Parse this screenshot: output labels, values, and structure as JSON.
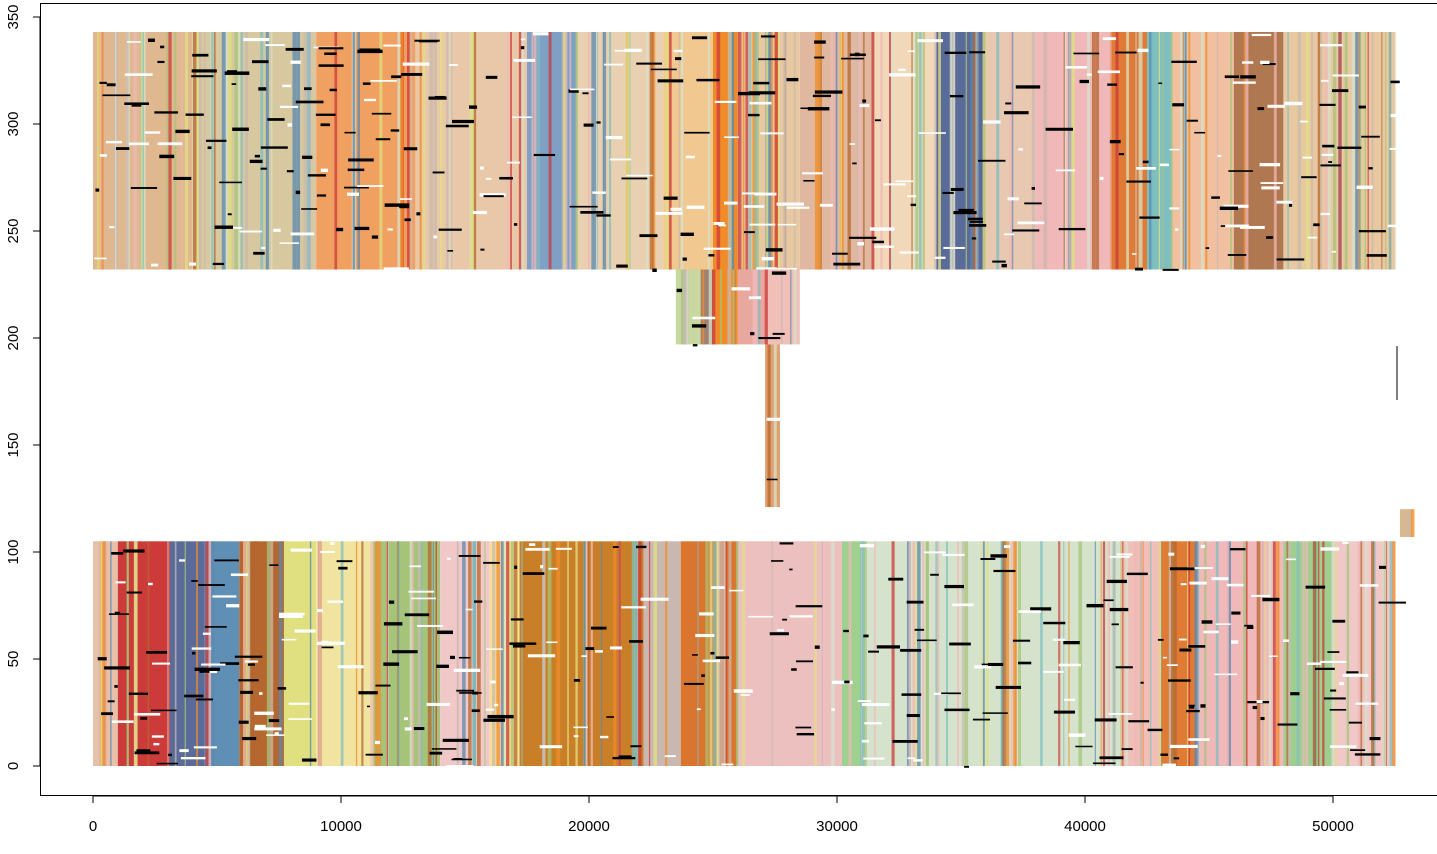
{
  "chart_data": {
    "type": "heatmap",
    "title": "",
    "xlabel": "",
    "ylabel": "",
    "xlim": [
      -2000,
      54500
    ],
    "ylim": [
      -12,
      356
    ],
    "x_ticks": [
      "0",
      "10000",
      "20000",
      "30000",
      "40000",
      "50000"
    ],
    "x_tick_values": [
      0,
      10000,
      20000,
      30000,
      40000,
      50000
    ],
    "y_ticks": [
      "0",
      "50",
      "100",
      "150",
      "200",
      "250",
      "300",
      "350"
    ],
    "y_tick_values": [
      0,
      50,
      100,
      150,
      200,
      250,
      300,
      350
    ],
    "grid": false,
    "blocks": [
      {
        "name": "bottom-block",
        "x": [
          0,
          52500
        ],
        "y": [
          0,
          105
        ],
        "segments": [
          [
            0,
            1000,
            "#e8c0a8"
          ],
          [
            1000,
            3100,
            "#cc3a3a"
          ],
          [
            3100,
            4500,
            "#5a6a99"
          ],
          [
            4500,
            5900,
            "#5f8fb5"
          ],
          [
            5900,
            7700,
            "#b5672f"
          ],
          [
            7700,
            9000,
            "#e0e080"
          ],
          [
            9000,
            11300,
            "#f0e4a0"
          ],
          [
            11300,
            14000,
            "#a5c47a"
          ],
          [
            14000,
            16000,
            "#f0c8c8"
          ],
          [
            16000,
            17200,
            "#f8e090"
          ],
          [
            17200,
            22200,
            "#c97f28"
          ],
          [
            22200,
            23700,
            "#c9b8b0"
          ],
          [
            23700,
            26000,
            "#d9752f"
          ],
          [
            26000,
            30200,
            "#edc0c0"
          ],
          [
            30200,
            31000,
            "#a0d090"
          ],
          [
            31000,
            41500,
            "#d5e3cc"
          ],
          [
            41500,
            43000,
            "#f0c0b8"
          ],
          [
            43000,
            44500,
            "#e07b35"
          ],
          [
            44500,
            48000,
            "#f0b8b8"
          ],
          [
            48000,
            50000,
            "#9fcf90"
          ],
          [
            50000,
            52500,
            "#f0c8c8"
          ]
        ]
      },
      {
        "name": "top-block",
        "x": [
          0,
          52500
        ],
        "y": [
          232,
          343
        ],
        "segments": [
          [
            0,
            4000,
            "#e0b890"
          ],
          [
            4000,
            9000,
            "#d8c8a0"
          ],
          [
            9000,
            13000,
            "#f0a060"
          ],
          [
            13000,
            17500,
            "#e8c8a8"
          ],
          [
            17500,
            19500,
            "#7f9fc4"
          ],
          [
            19500,
            23000,
            "#e8d0b0"
          ],
          [
            23000,
            25000,
            "#f0c890"
          ],
          [
            25000,
            26000,
            "#f08c28"
          ],
          [
            26000,
            28500,
            "#e8c8a0"
          ],
          [
            28500,
            31500,
            "#e0b8a0"
          ],
          [
            31500,
            34000,
            "#f0d8b8"
          ],
          [
            34000,
            36000,
            "#5a6a99"
          ],
          [
            36000,
            38000,
            "#e8c8b0"
          ],
          [
            38000,
            41000,
            "#f0b8b8"
          ],
          [
            41000,
            42500,
            "#e07b35"
          ],
          [
            42500,
            43500,
            "#7fbfbf"
          ],
          [
            43500,
            46000,
            "#f0c0a0"
          ],
          [
            46000,
            48000,
            "#b07850"
          ],
          [
            48000,
            52500,
            "#e8c8a0"
          ]
        ]
      },
      {
        "name": "middle-block",
        "x": [
          23500,
          28500
        ],
        "y": [
          197,
          232
        ],
        "segments": [
          [
            23500,
            24500,
            "#c8d8a0"
          ],
          [
            24500,
            25000,
            "#a08070"
          ],
          [
            25000,
            26000,
            "#f08c28"
          ],
          [
            26000,
            27200,
            "#e8a8a0"
          ],
          [
            27200,
            28500,
            "#f0c0b8"
          ]
        ]
      },
      {
        "name": "narrow-column",
        "x": [
          27100,
          27700
        ],
        "y": [
          121,
          197
        ],
        "segments": [
          [
            27100,
            27700,
            "#e0a070"
          ]
        ]
      },
      {
        "name": "small-patch",
        "x": [
          52700,
          53200
        ],
        "y": [
          107,
          120
        ],
        "segments": [
          [
            52700,
            53200,
            "#d8b890"
          ]
        ]
      }
    ],
    "palette": [
      "#000000",
      "#ffffff",
      "#cc3a3a",
      "#5888b0",
      "#f08c28",
      "#a5c47a",
      "#f0b8b8",
      "#e0e080",
      "#7fbfbf",
      "#b5672f",
      "#d5e3cc",
      "#c9b8b0"
    ]
  }
}
